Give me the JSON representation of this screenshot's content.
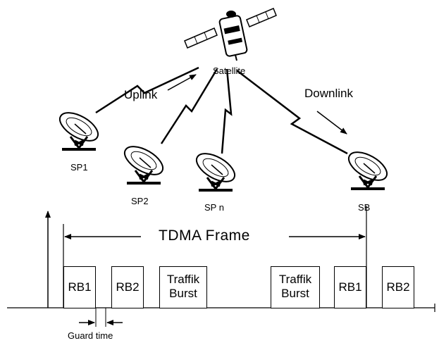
{
  "satellite": {
    "label": "Satellite"
  },
  "links": {
    "uplink_label": "Uplink",
    "downlink_label": "Downlink"
  },
  "stations": [
    {
      "label": "SP1"
    },
    {
      "label": "SP2"
    },
    {
      "label": "SP n"
    },
    {
      "label": "SB"
    }
  ],
  "frame": {
    "title": "TDMA Frame",
    "bursts": [
      {
        "line1": "RB1",
        "line2": ""
      },
      {
        "line1": "RB2",
        "line2": ""
      },
      {
        "line1": "Traffik",
        "line2": "Burst"
      },
      {
        "line1": "Traffik",
        "line2": "Burst"
      },
      {
        "line1": "RB1",
        "line2": ""
      },
      {
        "line1": "RB2",
        "line2": ""
      }
    ],
    "guard_label": "Guard time"
  }
}
